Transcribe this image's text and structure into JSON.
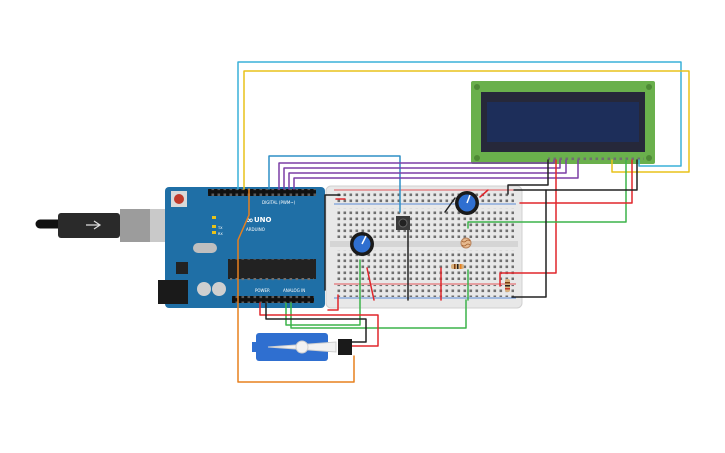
{
  "canvas": {
    "title": "",
    "background": "#ffffff"
  },
  "arduino": {
    "brand": "ARDUINO",
    "model": "UNO",
    "digital_header": "DIGITAL (PWM~)",
    "power_header": "POWER",
    "analog_header": "ANALOG IN",
    "tx_label": "TX",
    "rx_label": "RX",
    "board_color": "#1f6fa6"
  },
  "lcd": {
    "type": "16x2 LCD",
    "bezel_color": "#6ab04c",
    "screen_color": "#1d2e5a"
  },
  "colors": {
    "wire_red": "#e0262b",
    "wire_black": "#222222",
    "wire_green": "#3cb34a",
    "wire_purple": "#7b3fa6",
    "wire_cyan": "#3ab0d8",
    "wire_yellow": "#e8c21a",
    "wire_orange": "#e7801e",
    "wire_blue": "#2f8fc6"
  },
  "components": {
    "pot1": "potentiometer",
    "pot2": "potentiometer",
    "button": "pushbutton",
    "ldr": "photoresistor",
    "resistor1": "resistor",
    "resistor2": "resistor",
    "servo": "micro-servo",
    "usb": "usb-cable"
  }
}
